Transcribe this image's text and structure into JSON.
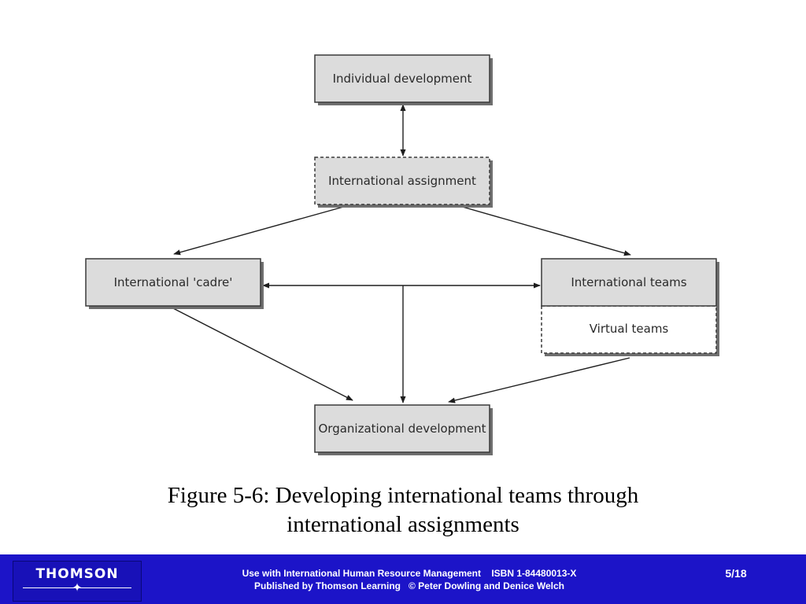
{
  "nodes": {
    "individual_development": "Individual development",
    "international_assignment": "International assignment",
    "international_cadre": "International 'cadre'",
    "international_teams": "International teams",
    "virtual_teams": "Virtual teams",
    "organizational_development": "Organizational development"
  },
  "caption": {
    "line1": "Figure 5-6: Developing international teams through",
    "line2": "international assignments"
  },
  "footer": {
    "logo": "THOMSON",
    "line1": "Use with International Human Resource Management    ISBN 1-84480013-X",
    "line2": "Published by Thomson Learning   © Peter Dowling and Denice Welch",
    "page": "5/18",
    "background_color": "#1c14c8"
  }
}
